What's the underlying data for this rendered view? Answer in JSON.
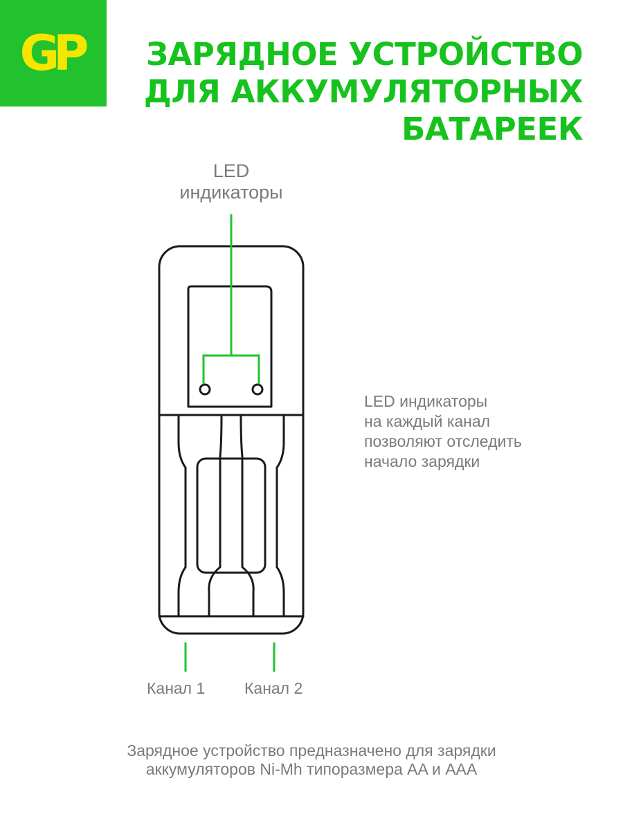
{
  "brand": {
    "logo_text": "GP",
    "logo_bg": "#22c22e",
    "logo_fg": "#f5e600"
  },
  "title": {
    "lines": [
      "ЗАРЯДНОЕ УСТРОЙСТВО",
      "ДЛЯ АККУМУЛЯТОРНЫХ",
      "БАТАРЕЕК"
    ],
    "color": "#18c21e"
  },
  "diagram": {
    "led_label": {
      "line1": "LED",
      "line2": "индикаторы"
    },
    "side_note": {
      "lines": [
        "LED индикаторы",
        "на каждый канал",
        "позволяют отследить",
        "начало зарядки"
      ]
    },
    "channels": [
      "Канал 1",
      "Канал 2"
    ],
    "callout_color": "#22c22e",
    "outline_color": "#1a1a1a"
  },
  "footer": {
    "lines": [
      "Зарядное устройство предназначено для зарядки",
      "аккумуляторов Ni-Mh типоразмера AA и AAA"
    ]
  }
}
